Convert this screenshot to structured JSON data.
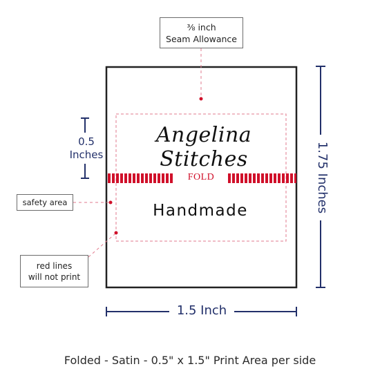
{
  "seam_callout": {
    "line1": "⅜ inch",
    "line2": "Seam Allowance"
  },
  "label": {
    "brand": "Angelina Stitches",
    "fold": "FOLD",
    "sub": "Handmade"
  },
  "callouts": {
    "safety": "safety area",
    "red_lines_1": "red lines",
    "red_lines_2": "will not print"
  },
  "dimensions": {
    "fold_height_value": "0.5",
    "fold_height_unit": "Inches",
    "width": "1.5 Inch",
    "height": "1.75 Inches"
  },
  "caption": "Folded - Satin - 0.5\" x 1.5\" Print Area per side",
  "colors": {
    "dimension_blue": "#22306a",
    "fold_red": "#d0102a",
    "safety_pink": "#e27a8c",
    "border": "#222222"
  }
}
